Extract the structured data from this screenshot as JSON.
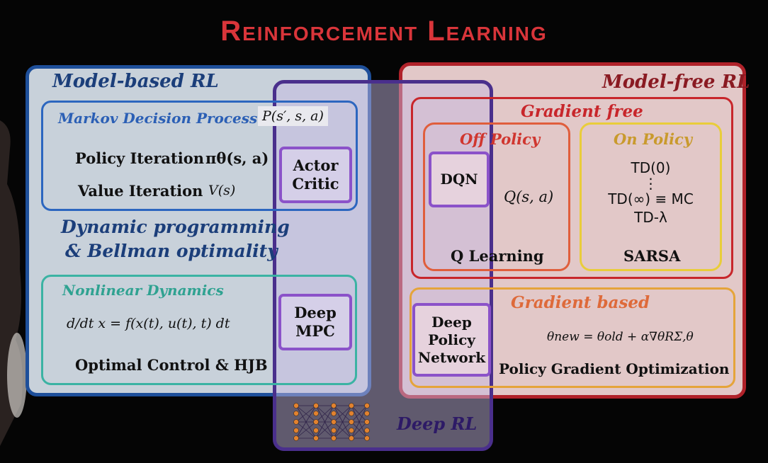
{
  "title": "Reinforcement Learning",
  "model_based": {
    "label": "Model-based RL",
    "mdp": {
      "label": "Markov Decision Process",
      "formula": "P(s′, s, a)",
      "policy_iteration": "Policy Iteration",
      "policy_formula": "πθ(s, a)",
      "value_iteration": "Value Iteration",
      "value_formula": "V(s)"
    },
    "dp_line1": "Dynamic programming",
    "dp_line2": "& Bellman optimality",
    "nonlinear": {
      "label": "Nonlinear Dynamics",
      "formula": "d/dt x = f(x(t), u(t), t) dt",
      "optimal_control": "Optimal Control & HJB"
    }
  },
  "deep_rl": {
    "label": "Deep RL",
    "actor_critic_l1": "Actor",
    "actor_critic_l2": "Critic",
    "deep_mpc_l1": "Deep",
    "deep_mpc_l2": "MPC"
  },
  "model_free": {
    "label": "Model-free RL",
    "gradient_free": {
      "label": "Gradient free",
      "off_policy": {
        "label": "Off Policy",
        "dqn": "DQN",
        "formula": "Q(s, a)",
        "q_learning": "Q Learning"
      },
      "on_policy": {
        "label": "On Policy",
        "td0": "TD(0)",
        "dots": "⋮",
        "td_inf": "TD(∞) ≡ MC",
        "td_lambda": "TD-λ",
        "sarsa": "SARSA"
      }
    },
    "gradient_based": {
      "label": "Gradient based",
      "deep_policy_l1": "Deep",
      "deep_policy_l2": "Policy",
      "deep_policy_l3": "Network",
      "formula": "θnew = θold + α∇θRΣ,θ",
      "pgo": "Policy Gradient Optimization"
    }
  },
  "colors": {
    "title": "#d9353a",
    "model_based_border": "#1e4f9a",
    "model_free_border": "#b0222a",
    "deep_rl_border": "#4a2f8c",
    "mdp_border": "#2c66bf",
    "nonlinear_border": "#3bb3a3",
    "off_policy_border": "#e05e3c",
    "on_policy_border": "#e9cd3a",
    "gradient_based_border": "#e5a43a",
    "purple_box": "#8b52c9"
  }
}
